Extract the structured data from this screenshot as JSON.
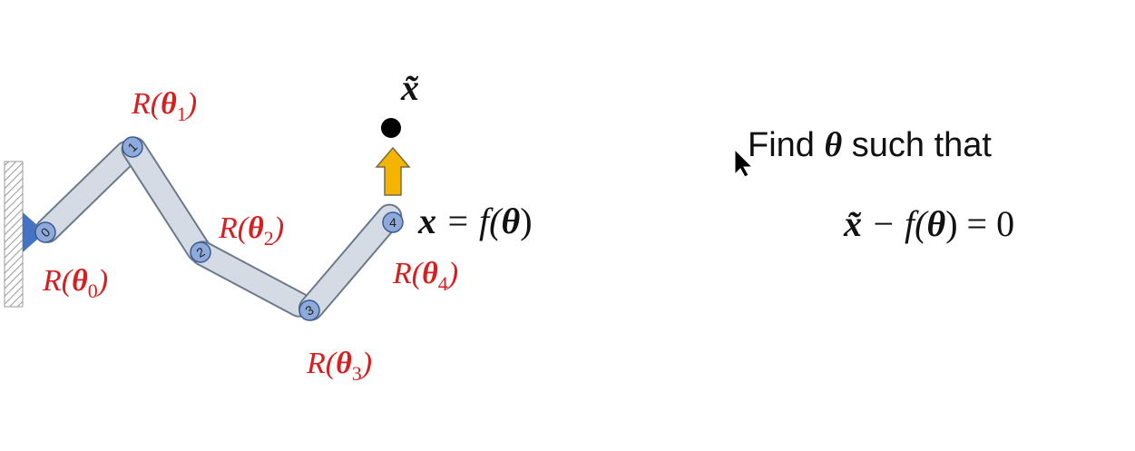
{
  "joints": [
    {
      "id": "0",
      "label_R": "R(",
      "label_theta": "θ",
      "label_sub": "0",
      "label_close": ")"
    },
    {
      "id": "1",
      "label_R": "R(",
      "label_theta": "θ",
      "label_sub": "1",
      "label_close": ")"
    },
    {
      "id": "2",
      "label_R": "R(",
      "label_theta": "θ",
      "label_sub": "2",
      "label_close": ")"
    },
    {
      "id": "3",
      "label_R": "R(",
      "label_theta": "θ",
      "label_sub": "3",
      "label_close": ")"
    },
    {
      "id": "4",
      "label_R": "R(",
      "label_theta": "θ",
      "label_sub": "4",
      "label_close": ")"
    }
  ],
  "target": {
    "label": "x̃"
  },
  "equation": {
    "lhs": "x",
    "rest": " = f(",
    "theta": "θ",
    "close": ")"
  },
  "problem": {
    "find_prefix": "Find ",
    "find_theta": "θ",
    "find_suffix": " such that",
    "eq_x": "x̃",
    "eq_mid": " − f(",
    "eq_theta": "θ",
    "eq_end": ") = 0"
  },
  "colors": {
    "label_red": "#d81e1e",
    "arrow": "#f5b400",
    "link_fill": "#d4dbe4",
    "joint_fill": "#8eaadb",
    "base": "#4472c4"
  }
}
